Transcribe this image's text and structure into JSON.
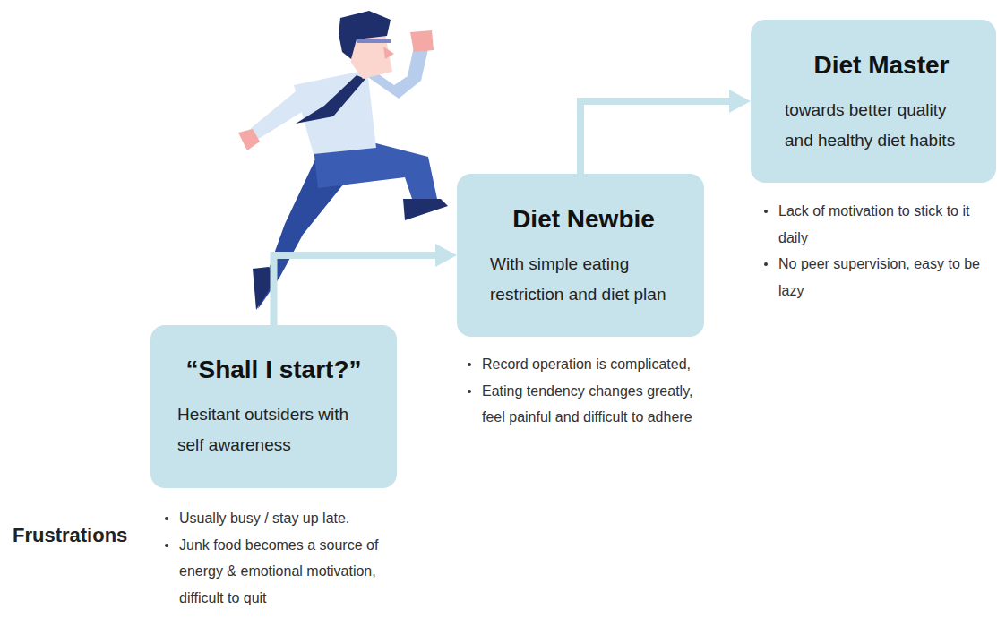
{
  "diagram": {
    "nodes": [
      {
        "text": [
          "“Shall I start?”",
          "Hesitant outsiders with self awareness"
        ]
      },
      {
        "text": [
          "Diet Newbie",
          "With simple eating restriction and diet plan"
        ]
      },
      {
        "text": [
          "Diet Master",
          "towards better quality and healthy diet habits"
        ]
      }
    ],
    "edges": [
      {
        "from": 0,
        "to": 1,
        "arrow": "to"
      },
      {
        "from": 1,
        "to": 2,
        "arrow": "to"
      }
    ],
    "labels": [
      "Frustrations",
      "Usually busy / stay up late.",
      "Junk food becomes a source of energy & emotional motivation, difficult to quit",
      "Record operation is complicated,",
      "Eating tendency changes greatly, feel painful and difficult to adhere",
      "Lack of motivation to stick to it daily",
      "No peer supervision, easy to be lazy"
    ]
  }
}
